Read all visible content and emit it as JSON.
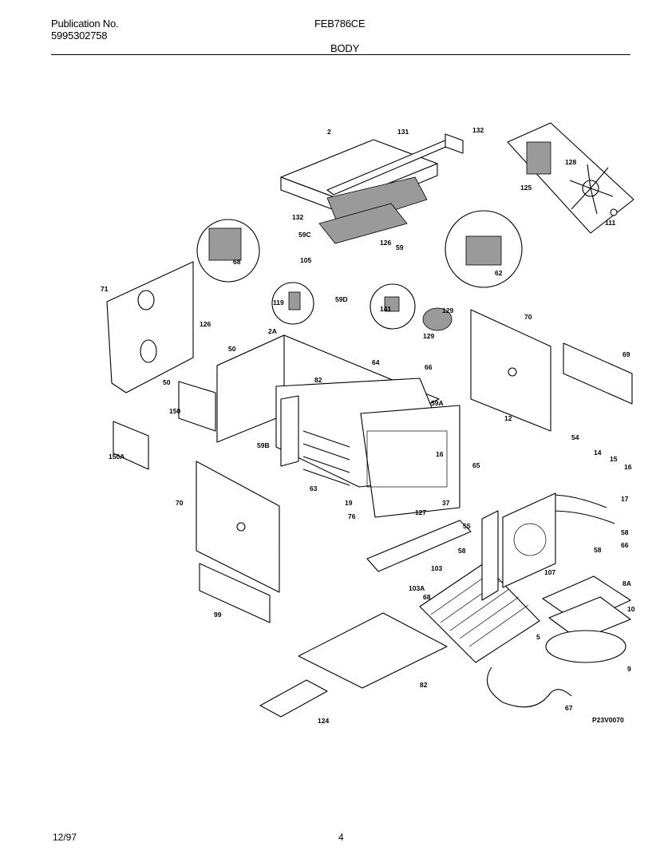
{
  "header": {
    "publication_label": "Publication No.",
    "publication_number": "5995302758",
    "model": "FEB786CE",
    "section": "BODY"
  },
  "footer": {
    "date": "12/97",
    "page": "4"
  },
  "diagram": {
    "code": "P23V0070",
    "callouts": [
      "2",
      "131",
      "132",
      "132",
      "59C",
      "126",
      "59",
      "105",
      "68",
      "128",
      "111",
      "125",
      "62",
      "71",
      "70",
      "69",
      "66",
      "126",
      "2A",
      "119",
      "59D",
      "141",
      "129",
      "50",
      "50",
      "129",
      "82",
      "64",
      "59A",
      "150",
      "12",
      "150A",
      "59B",
      "16",
      "54",
      "14",
      "15",
      "16",
      "63",
      "70",
      "19",
      "127",
      "37",
      "65",
      "17",
      "76",
      "55",
      "58",
      "66",
      "58",
      "103",
      "58",
      "107",
      "103A",
      "99",
      "8A",
      "68",
      "10",
      "5",
      "82",
      "9",
      "124",
      "67"
    ]
  }
}
